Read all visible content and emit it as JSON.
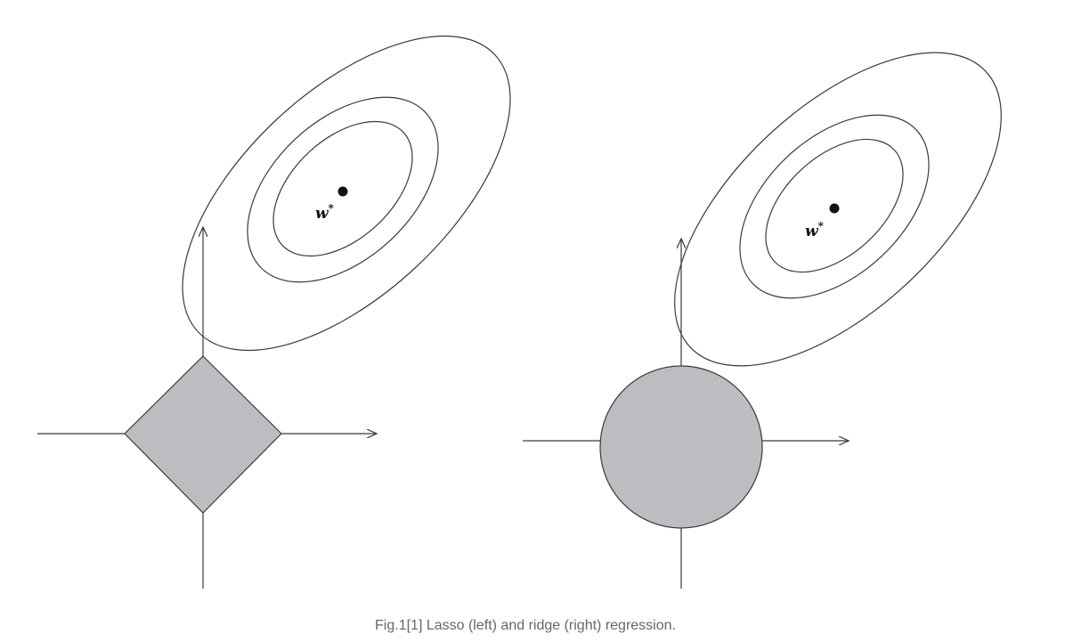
{
  "figure": {
    "left_panel": {
      "point_label": "w",
      "point_label_sup": "*"
    },
    "right_panel": {
      "point_label": "w",
      "point_label_sup": "*"
    },
    "colors": {
      "stroke": "#3a3a3a",
      "fill": "#bcbdc0"
    }
  },
  "caption": "Fig.1[1] Lasso (left) and ridge (right) regression."
}
